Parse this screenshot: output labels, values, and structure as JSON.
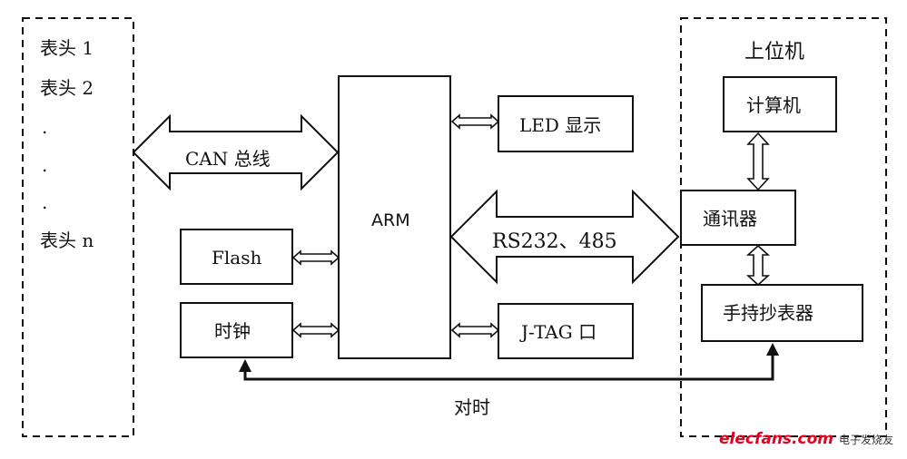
{
  "left_group": {
    "items": [
      "表头 1",
      "表头 2",
      ".",
      ".",
      ".",
      "表头 n"
    ]
  },
  "bus": {
    "label": "CAN 总线"
  },
  "arm": {
    "label": "ARM"
  },
  "peripherals": {
    "led": "LED 显示",
    "flash": "Flash",
    "clock": "时钟",
    "jtag": "J-TAG 口"
  },
  "serial": {
    "label": "RS232、485"
  },
  "host": {
    "title": "上位机",
    "computer": "计算机",
    "communicator": "通讯器",
    "handheld": "手持抄表器"
  },
  "sync": {
    "label": "对时"
  },
  "watermark": {
    "site": "elecfans.com",
    "cn": "电子发烧友"
  }
}
